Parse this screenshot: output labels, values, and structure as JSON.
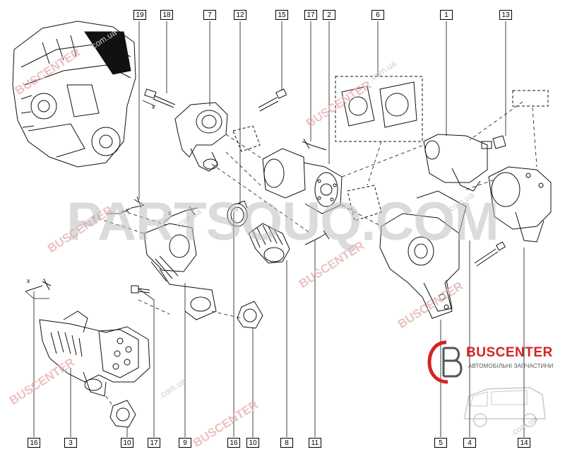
{
  "diagram": {
    "callout_labels": {
      "top": [
        "19",
        "18",
        "7",
        "12",
        "15",
        "17",
        "2",
        "6",
        "1",
        "13"
      ],
      "bottom": [
        "16",
        "3",
        "10",
        "17",
        "9",
        "16",
        "10",
        "8",
        "11",
        "5",
        "4",
        "14"
      ]
    },
    "axis_marks": [
      "x",
      "x",
      "x",
      "x"
    ]
  },
  "watermarks": {
    "brand_text": "BUSCENTER",
    "site_text": ".com.ua",
    "overlay_text": "PARTSOUQ.COM"
  },
  "logo": {
    "brand": "BUSCENTER",
    "tagline": "АВТОМОБІЛЬНІ ЗАПЧАСТИНИ",
    "brand_color": "#d42424"
  }
}
